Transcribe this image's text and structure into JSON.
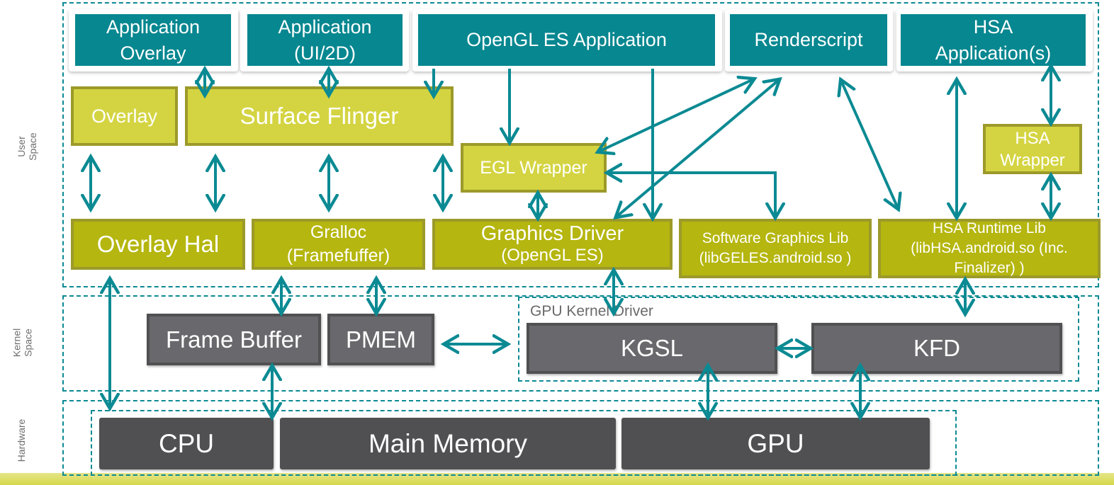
{
  "diagram": {
    "layers": {
      "user": "User\nSpace",
      "kernel": "Kernel\nSpace",
      "hardware": "Hardware"
    },
    "applications": [
      {
        "id": "app-overlay",
        "label": "Application\nOverlay"
      },
      {
        "id": "app-ui2d",
        "label": "Application\n(UI/2D)"
      },
      {
        "id": "opengl-es-app",
        "label": "OpenGL ES Application"
      },
      {
        "id": "renderscript",
        "label": "Renderscript"
      },
      {
        "id": "hsa-apps",
        "label": "HSA\nApplication(s)"
      }
    ],
    "frameworks": {
      "overlay": "Overlay",
      "surface_flinger": "Surface Flinger",
      "egl_wrapper": "EGL Wrapper",
      "hsa_wrapper": "HSA\nWrapper"
    },
    "libraries": {
      "overlay_hal": "Overlay Hal",
      "gralloc": "Gralloc\n(Framefuffer)",
      "graphics_driver_title": "Graphics Driver",
      "graphics_driver_sub": "(OpenGL ES)",
      "software_graphics_lib": "Software Graphics Lib\n(libGELES.android.so )",
      "hsa_runtime_lib": "HSA Runtime  Lib\n(libHSA.android.so (Inc.\nFinalizer) )"
    },
    "kernel": {
      "frame_buffer": "Frame Buffer",
      "pmem": "PMEM",
      "gpu_kernel_driver": "GPU Kernel Driver",
      "kgsl": "KGSL",
      "kfd": "KFD"
    },
    "hardware": {
      "cpu": "CPU",
      "main_memory": "Main Memory",
      "gpu": "GPU"
    },
    "colors": {
      "app_teal": "#078790",
      "arrow_teal": "#0b8a93",
      "framework_light": "#d4d442",
      "library_olive": "#b5b60f",
      "kernel_gray": "#69696d",
      "hardware_gray": "#505052"
    }
  }
}
